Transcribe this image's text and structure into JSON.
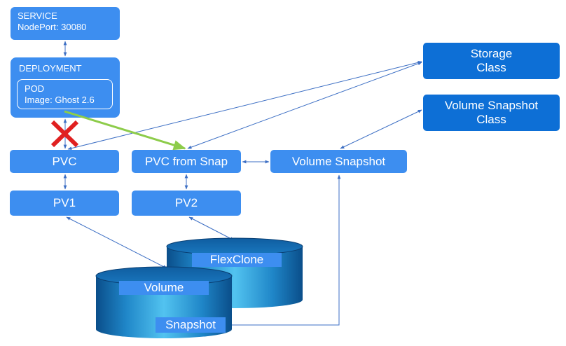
{
  "service": {
    "title": "SERVICE",
    "nodeport": "NodePort:  30080"
  },
  "deployment": {
    "title": "DEPLOYMENT",
    "pod": {
      "title": "POD",
      "image": "Image: Ghost 2.6"
    }
  },
  "pvc": {
    "label": "PVC"
  },
  "pvc_from_snap": {
    "label": "PVC from Snap"
  },
  "volume_snapshot": {
    "label": "Volume Snapshot"
  },
  "pv1": {
    "label": "PV1"
  },
  "pv2": {
    "label": "PV2"
  },
  "storage_class": {
    "line1": "Storage",
    "line2": "Class"
  },
  "volume_snapshot_class": {
    "line1": "Volume Snapshot",
    "line2": "Class"
  },
  "flexclone": {
    "label": "FlexClone"
  },
  "volume": {
    "label": "Volume",
    "snapshot_label": "Snapshot"
  },
  "colors": {
    "box": "#3d8ef0",
    "box_dark": "#0d6fd6",
    "connector": "#3d6fc4",
    "new_link": "#8dcc4a",
    "broken_link": "#e02020"
  }
}
